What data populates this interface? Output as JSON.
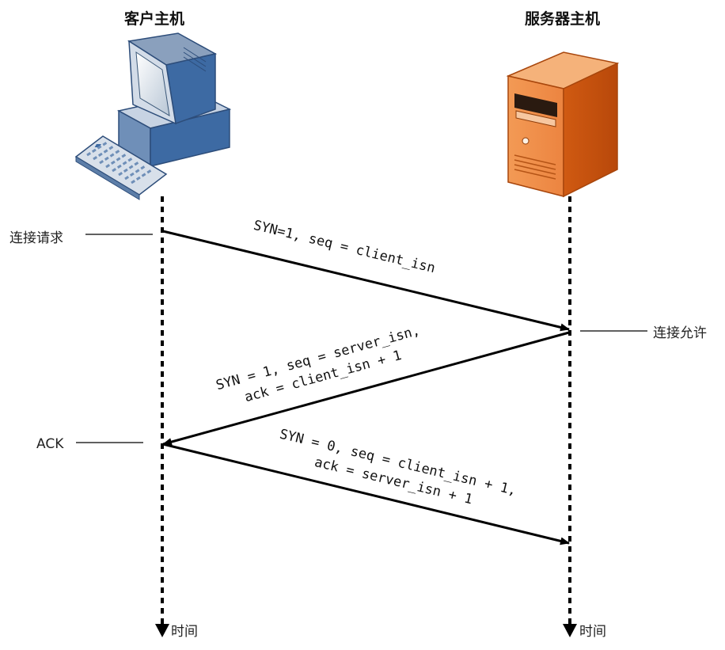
{
  "client": {
    "title": "客户主机",
    "icon": "desktop-computer-icon"
  },
  "server": {
    "title": "服务器主机",
    "icon": "server-tower-icon"
  },
  "labels": {
    "connect_request": "连接请求",
    "connect_allow": "连接允许",
    "ack": "ACK",
    "time_client": "时间",
    "time_server": "时间"
  },
  "messages": [
    {
      "lines": [
        "SYN=1, seq = client_isn"
      ],
      "direction": "client-to-server"
    },
    {
      "lines": [
        "SYN = 1, seq = server_isn,",
        "ack = client_isn + 1"
      ],
      "direction": "server-to-client"
    },
    {
      "lines": [
        "SYN = 0, seq = client_isn + 1,",
        "ack = server_isn + 1"
      ],
      "direction": "client-to-server"
    }
  ],
  "colors": {
    "server_orange": "#e8772e",
    "client_blue": "#3a6ea5",
    "line": "#000000"
  }
}
